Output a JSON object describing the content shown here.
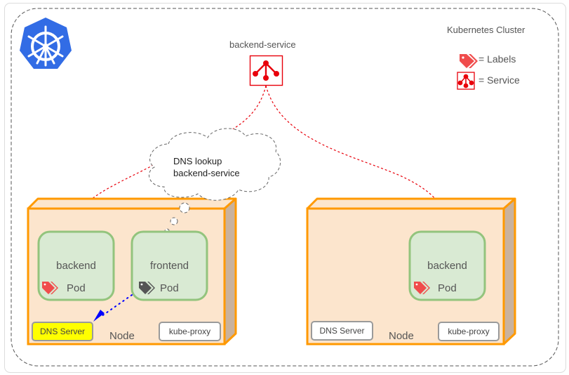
{
  "cluster": {
    "title": "Kubernetes Cluster",
    "logo": "kubernetes-helm-wheel-icon",
    "colors": {
      "logo_blue": "#326ce5",
      "border_dashed": "#555555"
    }
  },
  "legend": {
    "labels_icon": "tag-icon",
    "labels_text": "= Labels",
    "service_icon": "service-tree-icon",
    "service_text": "= Service"
  },
  "service": {
    "name": "backend-service",
    "icon": "service-tree-icon",
    "color": "#e8000b"
  },
  "cloud": {
    "line1": "DNS lookup",
    "line2": "backend-service"
  },
  "nodes": [
    {
      "label": "Node",
      "pods": [
        {
          "name": "backend",
          "kind": "Pod",
          "label_color": "#f04c4c"
        },
        {
          "name": "frontend",
          "kind": "Pod",
          "label_color": "#555555"
        }
      ],
      "dns_server": {
        "label": "DNS Server",
        "highlighted": true
      },
      "kube_proxy": {
        "label": "kube-proxy"
      }
    },
    {
      "label": "Node",
      "pods": [
        {
          "name": "backend",
          "kind": "Pod",
          "label_color": "#f04c4c"
        }
      ],
      "dns_server": {
        "label": "DNS Server",
        "highlighted": false
      },
      "kube_proxy": {
        "label": "kube-proxy"
      }
    }
  ],
  "colors": {
    "node_fill": "#fce5cd",
    "node_border": "#ff9900",
    "node_side": "#c9b29d",
    "pod_fill": "#d9ead3",
    "pod_border": "#93c47d",
    "dns_highlight": "#ffff00",
    "dns_arrow": "#0000ff",
    "service_link": "#e8000b"
  }
}
